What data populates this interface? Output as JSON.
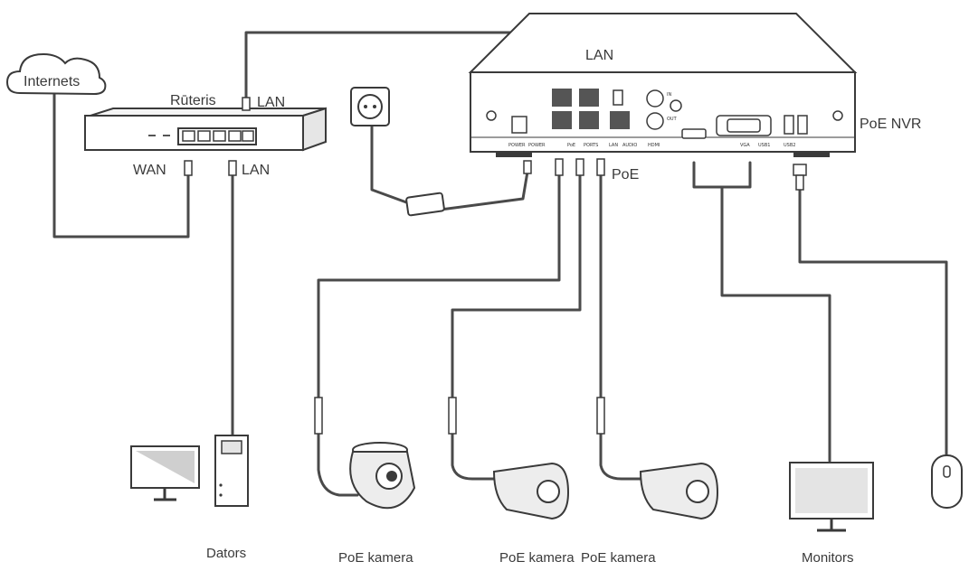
{
  "labels": {
    "internet": "Internets",
    "router": "Rūteris",
    "router_lan_top": "LAN",
    "router_wan": "WAN",
    "router_lan_bottom": "LAN",
    "nvr_lan": "LAN",
    "nvr": "PoE NVR",
    "poe": "PoE",
    "computer": "Dators",
    "camera_dome": "PoE kamera",
    "camera_bullet_1": "PoE kamera",
    "camera_bullet_2": "PoE kamera",
    "monitor": "Monitors"
  },
  "nvr_ports": {
    "power": "POWER",
    "power2": "POWER",
    "poe": "PoE",
    "ports": "PORTS",
    "lan": "LAN",
    "audio": "AUDIO",
    "hdmi": "HDMI",
    "audio_in": "IN",
    "audio_out": "OUT",
    "vga": "VGA",
    "usb1": "USB1",
    "usb2": "USB2"
  }
}
